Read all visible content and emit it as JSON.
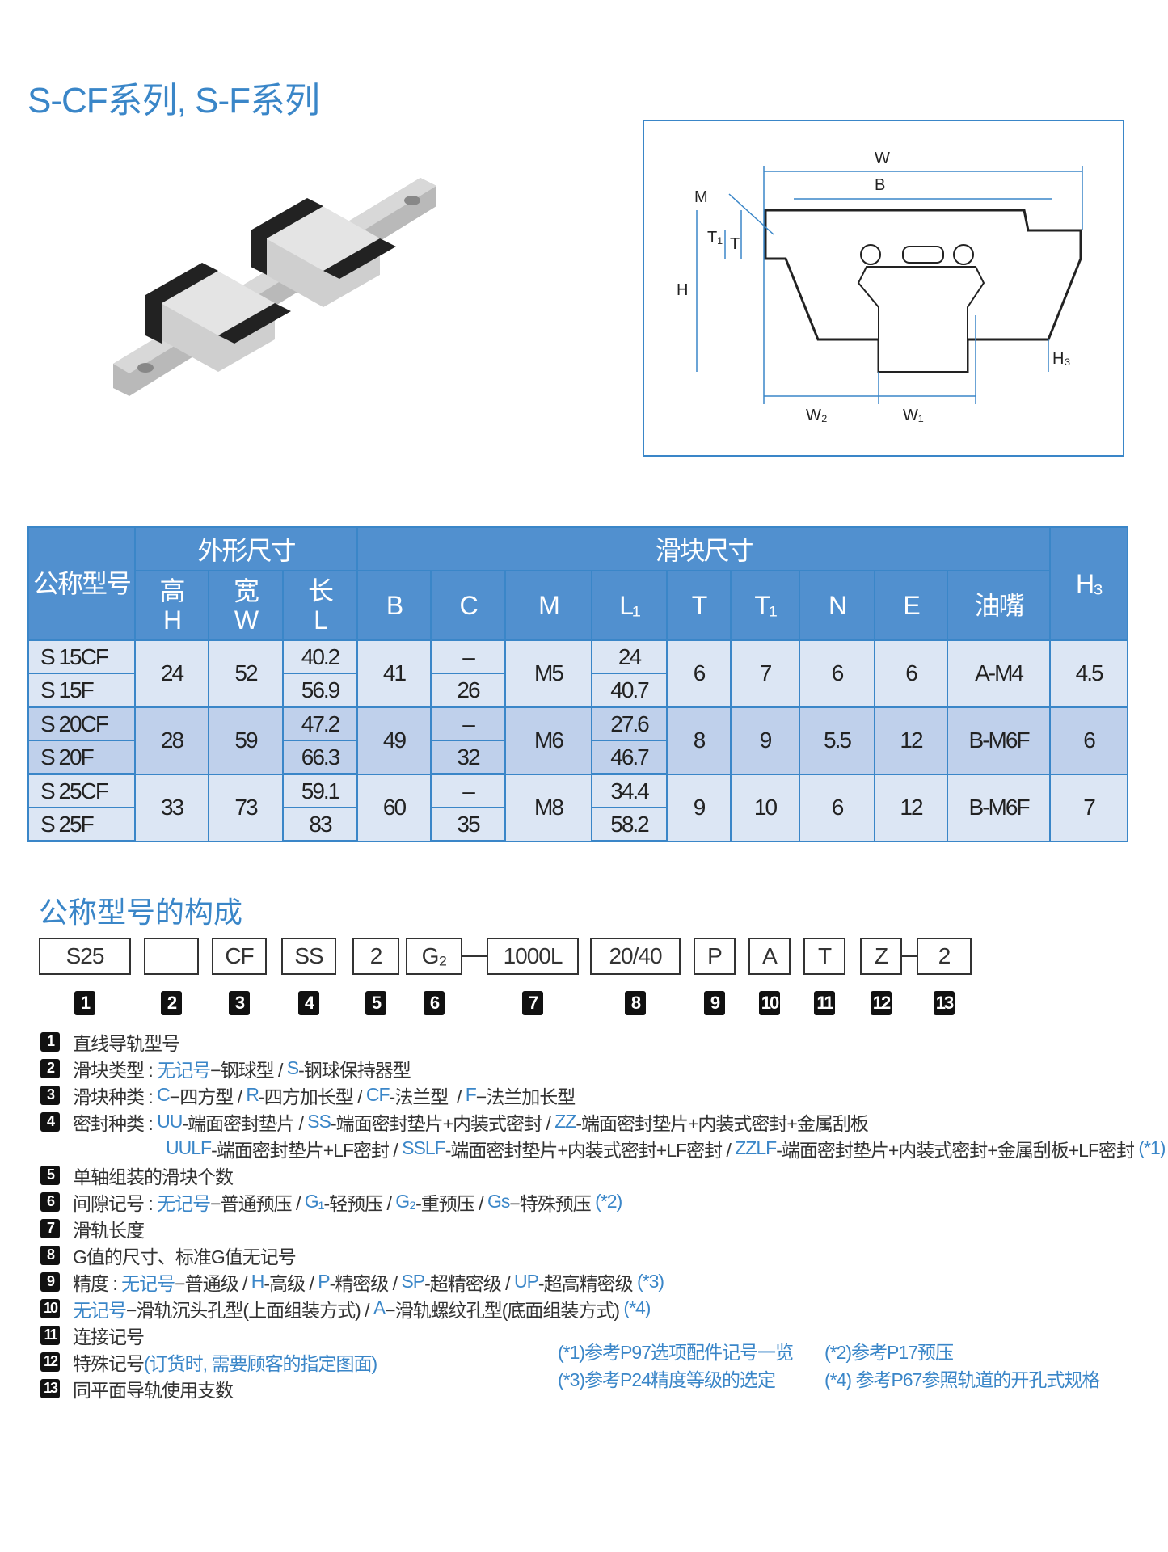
{
  "title": "S-CF系列, S-F系列",
  "diagram": {
    "labels": {
      "W": "W",
      "B": "B",
      "M": "M",
      "T1": "T₁",
      "T": "T",
      "H": "H",
      "H3": "H₃",
      "W2": "W₂",
      "W1": "W₁"
    }
  },
  "table": {
    "header": {
      "model": "公称型号",
      "outer": "外形尺寸",
      "block": "滑块尺寸",
      "H": "高\nH",
      "W": "宽\nW",
      "L": "长\nL",
      "B": "B",
      "C": "C",
      "M": "M",
      "L1": "L₁",
      "T": "T",
      "T1": "T₁",
      "N": "N",
      "E": "E",
      "nipple": "油嘴",
      "H3": "H₃"
    },
    "groups": [
      {
        "models": [
          "S 15CF",
          "S 15F"
        ],
        "H": "24",
        "W": "52",
        "L": [
          "40.2",
          "56.9"
        ],
        "B": "41",
        "C": [
          "–",
          "26"
        ],
        "M": "M5",
        "L1": [
          "24",
          "40.7"
        ],
        "T": "6",
        "T1": "7",
        "N": "6",
        "E": "6",
        "nipple": "A-M4",
        "H3": "4.5"
      },
      {
        "models": [
          "S 20CF",
          "S 20F"
        ],
        "H": "28",
        "W": "59",
        "L": [
          "47.2",
          "66.3"
        ],
        "B": "49",
        "C": [
          "–",
          "32"
        ],
        "M": "M6",
        "L1": [
          "27.6",
          "46.7"
        ],
        "T": "8",
        "T1": "9",
        "N": "5.5",
        "E": "12",
        "nipple": "B-M6F",
        "H3": "6"
      },
      {
        "models": [
          "S 25CF",
          "S 25F"
        ],
        "H": "33",
        "W": "73",
        "L": [
          "59.1",
          "83"
        ],
        "B": "60",
        "C": [
          "–",
          "35"
        ],
        "M": "M8",
        "L1": [
          "34.4",
          "58.2"
        ],
        "T": "9",
        "T1": "10",
        "N": "6",
        "E": "12",
        "nipple": "B-M6F",
        "H3": "7"
      }
    ]
  },
  "composition": {
    "title": "公称型号的构成",
    "codes": [
      "S25",
      "",
      "CF",
      "SS",
      "2",
      "G₂",
      "1000L",
      "20/40",
      "P",
      "A",
      "T",
      "Z",
      "2"
    ],
    "numbers": [
      "1",
      "2",
      "3",
      "4",
      "5",
      "6",
      "7",
      "8",
      "9",
      "10",
      "11",
      "12",
      "13"
    ],
    "legend": [
      {
        "n": "1",
        "segs": [
          {
            "t": "直线导轨型号"
          }
        ]
      },
      {
        "n": "2",
        "segs": [
          {
            "t": "滑块类型 : "
          },
          {
            "t": "无记号",
            "blue": true
          },
          {
            "t": "−钢球型 / "
          },
          {
            "t": "S",
            "blue": true
          },
          {
            "t": "-钢球保持器型"
          }
        ]
      },
      {
        "n": "3",
        "segs": [
          {
            "t": "滑块种类 : "
          },
          {
            "t": "C",
            "blue": true
          },
          {
            "t": "−四方型 / "
          },
          {
            "t": "R",
            "blue": true
          },
          {
            "t": "-四方加长型 / "
          },
          {
            "t": "CF",
            "blue": true
          },
          {
            "t": "-法兰型  / "
          },
          {
            "t": "F",
            "blue": true
          },
          {
            "t": "−法兰加长型"
          }
        ]
      },
      {
        "n": "4",
        "segs": [
          {
            "t": "密封种类 : "
          },
          {
            "t": "UU",
            "blue": true
          },
          {
            "t": "-端面密封垫片 / "
          },
          {
            "t": "SS",
            "blue": true
          },
          {
            "t": "-端面密封垫片+内装式密封 / "
          },
          {
            "t": "ZZ",
            "blue": true
          },
          {
            "t": "-端面密封垫片+内装式密封+金属刮板"
          }
        ]
      },
      {
        "n": "",
        "segs": [
          {
            "t": "UULF",
            "blue": true
          },
          {
            "t": "-端面密封垫片+LF密封 / "
          },
          {
            "t": "SSLF",
            "blue": true
          },
          {
            "t": "-端面密封垫片+内装式密封+LF密封 / "
          },
          {
            "t": "ZZLF",
            "blue": true
          },
          {
            "t": "-端面密封垫片+内装式密封+金属刮板+LF密封 "
          },
          {
            "t": "(*1)",
            "blue": true
          }
        ]
      },
      {
        "n": "5",
        "segs": [
          {
            "t": "单轴组装的滑块个数"
          }
        ]
      },
      {
        "n": "6",
        "segs": [
          {
            "t": "间隙记号 : "
          },
          {
            "t": "无记号",
            "blue": true
          },
          {
            "t": "−普通预压 / "
          },
          {
            "t": "G₁",
            "blue": true
          },
          {
            "t": "-轻预压 / "
          },
          {
            "t": "G₂",
            "blue": true
          },
          {
            "t": "-重预压 / "
          },
          {
            "t": "Gs",
            "blue": true
          },
          {
            "t": "−特殊预压 "
          },
          {
            "t": "(*2)",
            "blue": true
          }
        ]
      },
      {
        "n": "7",
        "segs": [
          {
            "t": "滑轨长度"
          }
        ]
      },
      {
        "n": "8",
        "segs": [
          {
            "t": "G值的尺寸、标准G值无记号"
          }
        ]
      },
      {
        "n": "9",
        "segs": [
          {
            "t": "精度 : "
          },
          {
            "t": "无记号",
            "blue": true
          },
          {
            "t": "−普通级 / "
          },
          {
            "t": "H",
            "blue": true
          },
          {
            "t": "-高级 / "
          },
          {
            "t": "P",
            "blue": true
          },
          {
            "t": "-精密级 / "
          },
          {
            "t": "SP",
            "blue": true
          },
          {
            "t": "-超精密级 / "
          },
          {
            "t": "UP",
            "blue": true
          },
          {
            "t": "-超高精密级 "
          },
          {
            "t": "(*3)",
            "blue": true
          }
        ]
      },
      {
        "n": "10",
        "segs": [
          {
            "t": "无记号",
            "blue": true
          },
          {
            "t": "−滑轨沉头孔型(上面组装方式) / "
          },
          {
            "t": "A",
            "blue": true
          },
          {
            "t": "−滑轨螺纹孔型(底面组装方式) "
          },
          {
            "t": "(*4)",
            "blue": true
          }
        ]
      },
      {
        "n": "11",
        "segs": [
          {
            "t": "连接记号"
          }
        ]
      },
      {
        "n": "12",
        "segs": [
          {
            "t": "特殊记号"
          },
          {
            "t": "(订货时, 需要顾客的指定图面)",
            "blue": true
          }
        ]
      },
      {
        "n": "13",
        "segs": [
          {
            "t": "同平面导轨使用支数"
          }
        ]
      }
    ],
    "notes": [
      "(*1)参考P97选项配件记号一览",
      "(*2)参考P17预压",
      "(*3)参考P24精度等级的选定",
      "(*4) 参考P67参照轨道的开孔式规格"
    ]
  },
  "colors": {
    "accent": "#3a86c8",
    "header": "#5190cf",
    "row_light": "#dce6f4",
    "row_dark": "#bfd0eb"
  }
}
